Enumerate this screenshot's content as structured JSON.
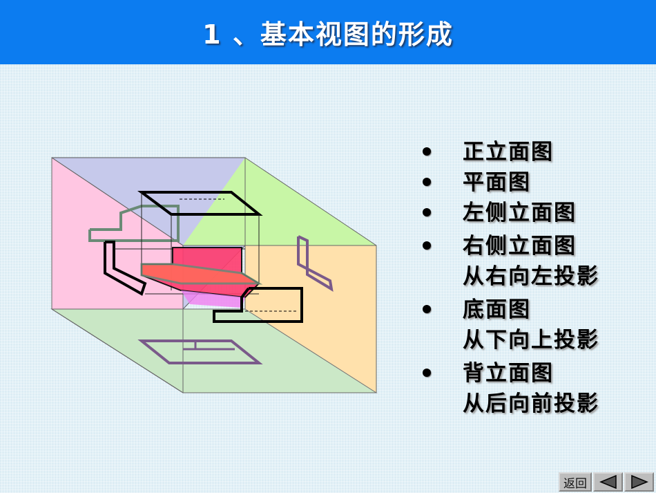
{
  "title": "1 、基本视图的形成",
  "bullets": [
    {
      "lines": [
        "正立面图"
      ]
    },
    {
      "lines": [
        "平面图"
      ]
    },
    {
      "lines": [
        "左侧立面图"
      ]
    },
    {
      "lines": [
        "右侧立面图",
        "从右向左投影"
      ]
    },
    {
      "lines": [
        "底面图",
        "从下向上投影"
      ]
    },
    {
      "lines": [
        "背立面图",
        "从后向前投影"
      ]
    }
  ],
  "nav": {
    "back_label": "返回",
    "prev_icon": "triangle-left-icon",
    "next_icon": "triangle-right-icon"
  },
  "colors": {
    "title_bar": "#0c7cf0",
    "left_face": "#ffc6e2",
    "back_face": "#c6c9eb",
    "top_face": "#c8f6a6",
    "bottom_face": "#c9e7c5",
    "right_face": "#ffe0a8",
    "object_highlight": "#ff3c6e"
  }
}
